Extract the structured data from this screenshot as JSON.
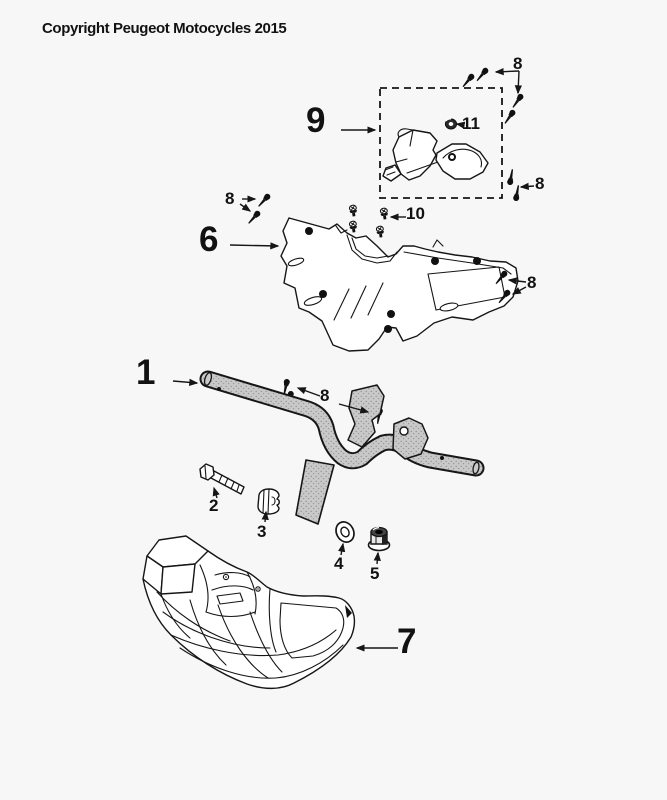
{
  "copyright": "Copyright Peugeot Motocycles 2015",
  "callouts": {
    "c1": {
      "label": "1"
    },
    "c2": {
      "label": "2"
    },
    "c3": {
      "label": "3"
    },
    "c4": {
      "label": "4"
    },
    "c5": {
      "label": "5"
    },
    "c6": {
      "label": "6"
    },
    "c7": {
      "label": "7"
    },
    "c8": {
      "label": "8"
    },
    "c9": {
      "label": "9"
    },
    "c10": {
      "label": "10"
    },
    "c11": {
      "label": "11"
    }
  },
  "colors": {
    "ink": "#161616",
    "background": "#f7f7f7",
    "metal_gray": "#c9c9c9",
    "stipple_dot": "#8f8f8f"
  }
}
